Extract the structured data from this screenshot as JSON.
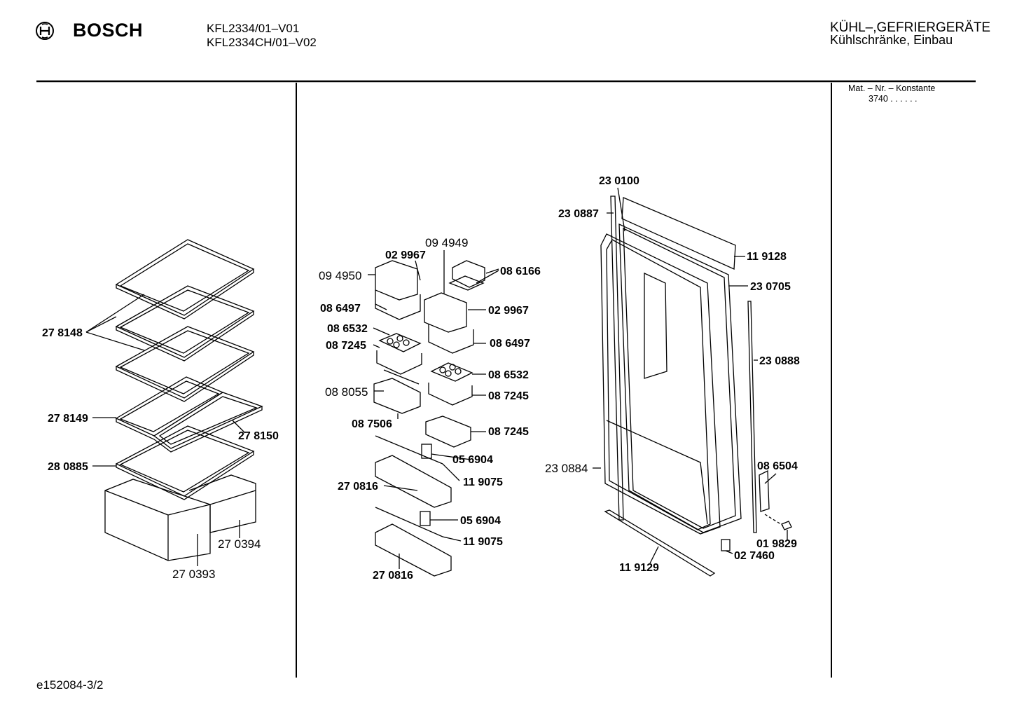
{
  "header": {
    "brand": "BOSCH",
    "models": [
      "KFL2334/01–V01",
      "KFL2334CH/01–V02"
    ],
    "category": "KÜHL–,GEFRIERGERÄTE",
    "subcategory": "Kühlschränke, Einbau"
  },
  "konstante": {
    "label": "Mat. – Nr. – Konstante",
    "value": "3740 .  .  .  .  .  ."
  },
  "footer": {
    "doc_id": "e152084-3/2"
  },
  "parts": {
    "p278148": "27 8148",
    "p278149": "27 8149",
    "p278150": "27 8150",
    "p280885": "28 0885",
    "p270394": "27 0394",
    "p270393": "27 0393",
    "p094949": "09 4949",
    "p029967a": "02 9967",
    "p094950": "09 4950",
    "p086166": "08 6166",
    "p086497a": "08 6497",
    "p029967b": "02 9967",
    "p086532a": "08 6532",
    "p086497b": "08 6497",
    "p087245a": "08 7245",
    "p086532b": "08 6532",
    "p088055": "08 8055",
    "p087245b": "08 7245",
    "p087506": "08 7506",
    "p087245c": "08 7245",
    "p056904a": "05 6904",
    "p119075a": "11 9075",
    "p270816a": "27 0816",
    "p056904b": "05 6904",
    "p119075b": "11 9075",
    "p270816b": "27 0816",
    "p230100": "23 0100",
    "p230887": "23 0887",
    "p119128": "11 9128",
    "p230705": "23 0705",
    "p230888": "23 0888",
    "p230884": "23 0884",
    "p086504": "08 6504",
    "p019829": "01 9829",
    "p027460": "02 7460",
    "p119129": "11 9129"
  }
}
